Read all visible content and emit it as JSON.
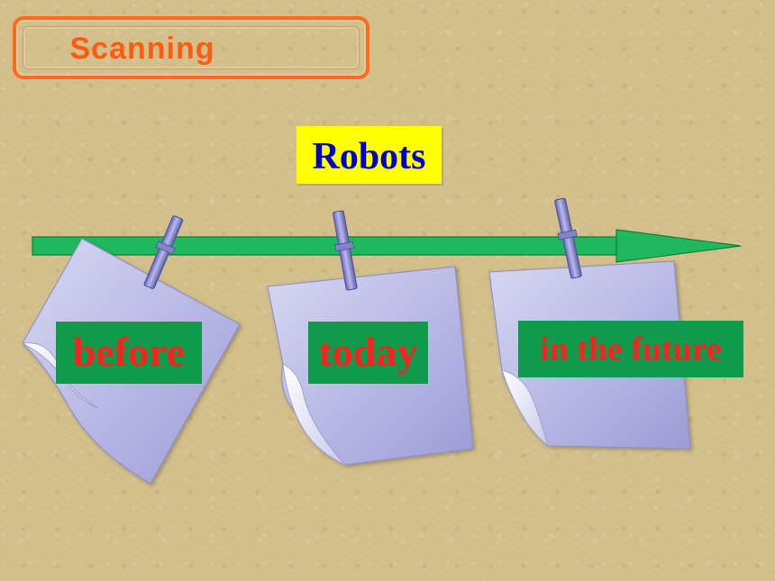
{
  "header": {
    "scanning_label": "Scanning"
  },
  "topic": {
    "title": "Robots"
  },
  "timeline": {
    "before_label": "before",
    "today_label": "today",
    "future_label": "in the future"
  },
  "colors": {
    "background": "#d2bf8a",
    "header_border": "#ff6a1c",
    "header_text": "#ff5a10",
    "topic_bg": "#ffff00",
    "topic_text": "#0000cc",
    "arrow": "#1fb85c",
    "paper": "#b8b8e6",
    "label_bg": "#0f9b4b",
    "label_text": "#ff1f1f"
  },
  "icons": {
    "paper_note": "paper-note-icon",
    "clothespin": "clothespin-icon",
    "arrow": "timeline-arrow-icon"
  }
}
